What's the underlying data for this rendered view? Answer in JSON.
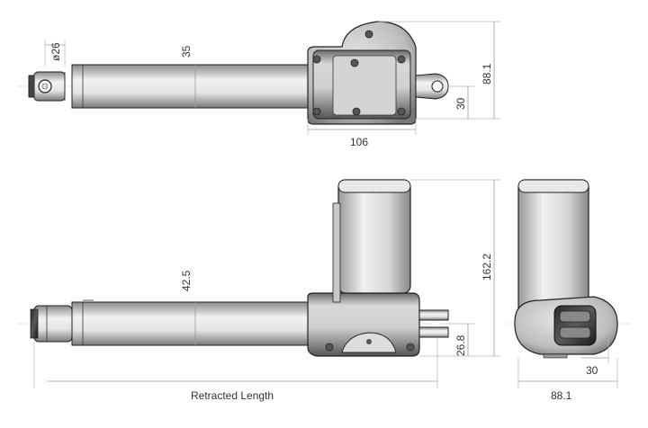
{
  "dimensions": {
    "rod_diameter": "ø26",
    "rod_height_top": "35",
    "top_height": "88.1",
    "top_eye_offset": "30",
    "top_width": "106",
    "rod_height_side": "42.5",
    "total_height": "162.2",
    "clevis_offset": "26.8",
    "front_eye_offset": "30",
    "front_width": "88.1",
    "retracted_length": "Retracted Length"
  }
}
